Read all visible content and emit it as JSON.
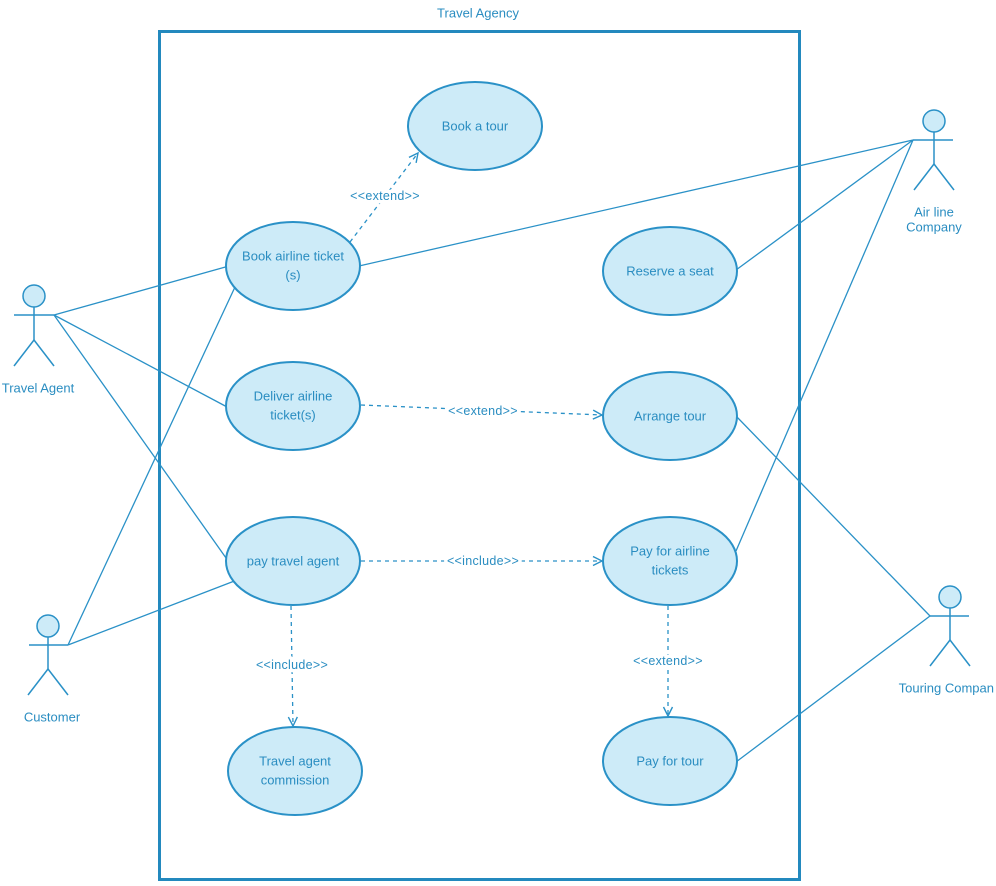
{
  "diagram": {
    "title": "Travel Agency"
  },
  "actors": {
    "travel_agent": {
      "label": "Travel Agent"
    },
    "customer": {
      "label": "Customer"
    },
    "airline_company": {
      "lines": [
        "Air line",
        "Company"
      ]
    },
    "touring_company": {
      "label": "Touring Compan"
    }
  },
  "use_cases": {
    "book_a_tour": {
      "lines": [
        "Book a tour"
      ]
    },
    "book_airline_ticket": {
      "lines": [
        "Book airline ticket",
        "(s)"
      ]
    },
    "reserve_a_seat": {
      "lines": [
        "Reserve a seat"
      ]
    },
    "deliver_airline_tickets": {
      "lines": [
        "Deliver airline",
        "ticket(s)"
      ]
    },
    "arrange_tour": {
      "lines": [
        "Arrange tour"
      ]
    },
    "pay_travel_agent": {
      "lines": [
        "pay travel agent"
      ]
    },
    "pay_for_airline_tickets": {
      "lines": [
        "Pay for airline",
        "tickets"
      ]
    },
    "travel_agent_commission": {
      "lines": [
        "Travel agent",
        "commission"
      ]
    },
    "pay_for_tour": {
      "lines": [
        "Pay for tour"
      ]
    }
  },
  "relationships": {
    "book_airline_ticket_to_book_a_tour": {
      "stereotype": "<<extend>>"
    },
    "deliver_airline_tickets_to_arrange_tour": {
      "stereotype": "<<extend>>"
    },
    "pay_travel_agent_to_pay_for_airline_tickets": {
      "stereotype": "<<include>>"
    },
    "pay_travel_agent_to_travel_agent_commission": {
      "stereotype": "<<include>>"
    },
    "pay_for_airline_tickets_to_pay_for_tour": {
      "stereotype": "<<extend>>"
    }
  },
  "icons": {
    "actor": "stick-figure-icon"
  },
  "colors": {
    "stroke": "#2a91c7",
    "boundary": "#2389be",
    "fill": "#cdebf8",
    "text": "#2a8dc1"
  }
}
